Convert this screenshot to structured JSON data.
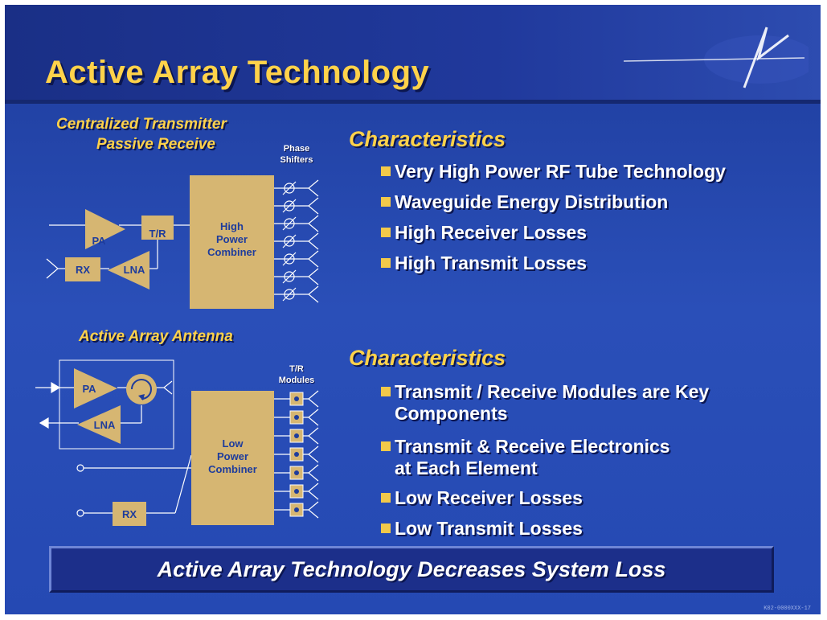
{
  "title": "Active Array Technology",
  "top_diagram": {
    "heading_line1": "Centralized Transmitter",
    "heading_line2": "Passive Receive",
    "phase_label_1": "Phase",
    "phase_label_2": "Shifters",
    "pa": "PA",
    "tr": "T/R",
    "rx": "RX",
    "lna": "LNA",
    "combiner_1": "High",
    "combiner_2": "Power",
    "combiner_3": "Combiner"
  },
  "bottom_diagram": {
    "heading": "Active Array Antenna",
    "tr_label_1": "T/R",
    "tr_label_2": "Modules",
    "pa": "PA",
    "lna": "LNA",
    "rx": "RX",
    "combiner_1": "Low",
    "combiner_2": "Power",
    "combiner_3": "Combiner"
  },
  "characteristics_top": {
    "heading": "Characteristics",
    "items": [
      "Very High Power RF Tube Technology",
      "Waveguide Energy Distribution",
      "High Receiver Losses",
      "High Transmit Losses"
    ]
  },
  "characteristics_bottom": {
    "heading": "Characteristics",
    "items": [
      {
        "line1": "Transmit / Receive Modules are Key",
        "line2": "Components"
      },
      {
        "line1": "Transmit & Receive Electronics",
        "line2": "at Each Element"
      },
      {
        "line1": "Low Receiver Losses",
        "line2": ""
      },
      {
        "line1": "Low Transmit Losses",
        "line2": ""
      }
    ]
  },
  "banner": "Active Array Technology Decreases System Loss",
  "footnote": "K02-0000XXX-17",
  "colors": {
    "background": "#2549b3",
    "title_yellow": "#ffd24a",
    "block_tan": "#d6b672",
    "banner": "#1c2f8a"
  }
}
